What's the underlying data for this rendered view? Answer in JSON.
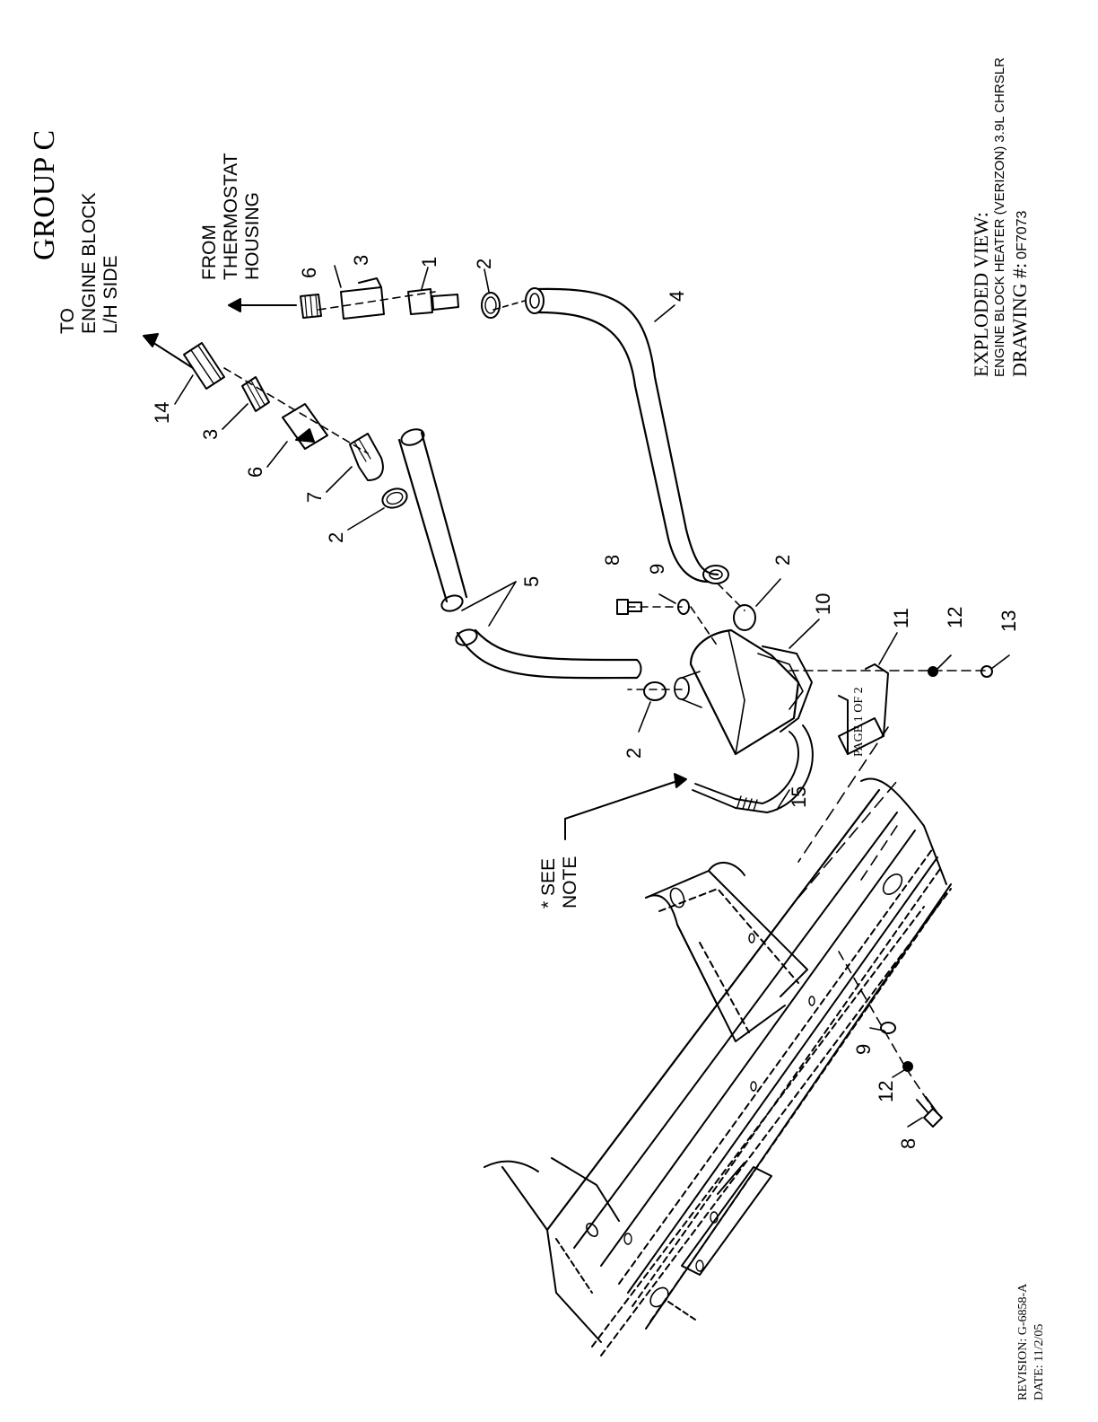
{
  "group_title": "GROUP C",
  "flow_labels": {
    "to_engine": [
      "TO",
      "ENGINE BLOCK",
      "L/H SIDE"
    ],
    "from_thermostat": [
      "FROM",
      "THERMOSTAT",
      "HOUSING"
    ],
    "see_note": [
      "* SEE",
      "NOTE"
    ]
  },
  "callouts": {
    "c14": "14",
    "c3a": "3",
    "c6a": "6",
    "c7": "7",
    "c2a": "2",
    "c6b": "6",
    "c3b": "3",
    "c1": "1",
    "c2b": "2",
    "c4": "4",
    "c5": "5",
    "c8a": "8",
    "c9a": "9",
    "c2c": "2",
    "c10": "10",
    "c11": "11",
    "c12a": "12",
    "c13": "13",
    "c2d": "2",
    "c15": "15",
    "c9b": "9",
    "c12b": "12",
    "c8b": "8"
  },
  "title_block": {
    "heading": "EXPLODED VIEW:",
    "name": "ENGINE BLOCK HEATER (VERIZON) 3.9L CHRSLR",
    "drawing_label": "DRAWING #:",
    "drawing_number": "0F7073"
  },
  "page_label": "PAGE 1 OF 2",
  "revision": {
    "revision_line": "REVISION: G-6858-A",
    "date_line": "DATE: 11/2/05"
  }
}
